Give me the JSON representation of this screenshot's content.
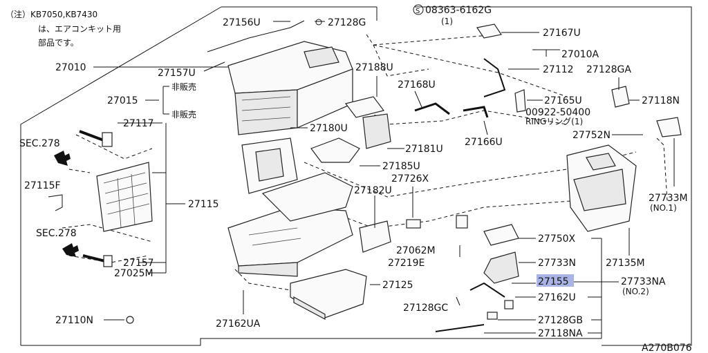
{
  "note": {
    "line1": "（注）KB7050,KB7430",
    "line2": "は、エアコンキット用",
    "line3": "部品です。"
  },
  "callouts": [
    {
      "id": "27156U",
      "text": "27156U",
      "highlight": false
    },
    {
      "id": "27128G",
      "text": "27128G",
      "highlight": false
    },
    {
      "id": "08363",
      "text": "08363-6162G",
      "highlight": false
    },
    {
      "id": "08363q",
      "text": "(1)",
      "highlight": false
    },
    {
      "id": "27167U",
      "text": "27167U",
      "highlight": false
    },
    {
      "id": "27010A",
      "text": "27010A",
      "highlight": false
    },
    {
      "id": "27112",
      "text": "27112",
      "highlight": false
    },
    {
      "id": "27128GA",
      "text": "27128GA",
      "highlight": false
    },
    {
      "id": "27010",
      "text": "27010",
      "highlight": false
    },
    {
      "id": "27157U",
      "text": "27157U",
      "highlight": false
    },
    {
      "id": "27188U",
      "text": "27188U",
      "highlight": false
    },
    {
      "id": "27168U",
      "text": "27168U",
      "highlight": false
    },
    {
      "id": "27165U",
      "text": "27165U",
      "highlight": false
    },
    {
      "id": "27118N",
      "text": "27118N",
      "highlight": false
    },
    {
      "id": "27015",
      "text": "27015",
      "highlight": false
    },
    {
      "id": "hihanbai1",
      "text": "非販売",
      "highlight": false
    },
    {
      "id": "hihanbai2",
      "text": "非販売",
      "highlight": false
    },
    {
      "id": "00922",
      "text": "00922-50400",
      "highlight": false
    },
    {
      "id": "ring",
      "text": "RINGリング(1)",
      "highlight": false
    },
    {
      "id": "27117",
      "text": "27117",
      "highlight": false
    },
    {
      "id": "27180U",
      "text": "27180U",
      "highlight": false
    },
    {
      "id": "27752N",
      "text": "27752N",
      "highlight": false
    },
    {
      "id": "sec278a",
      "text": "SEC.278",
      "highlight": false
    },
    {
      "id": "27181U",
      "text": "27181U",
      "highlight": false
    },
    {
      "id": "27166U",
      "text": "27166U",
      "highlight": false
    },
    {
      "id": "27185U",
      "text": "27185U",
      "highlight": false
    },
    {
      "id": "27726X",
      "text": "27726X",
      "highlight": false
    },
    {
      "id": "27115F",
      "text": "27115F",
      "highlight": false
    },
    {
      "id": "27182U",
      "text": "27182U",
      "highlight": false
    },
    {
      "id": "27733M",
      "text": "27733M",
      "highlight": false
    },
    {
      "id": "27733Mno",
      "text": "(NO.1)",
      "highlight": false
    },
    {
      "id": "27115",
      "text": "27115",
      "highlight": false
    },
    {
      "id": "sec278b",
      "text": "SEC.278",
      "highlight": false
    },
    {
      "id": "27750X",
      "text": "27750X",
      "highlight": false
    },
    {
      "id": "27062M",
      "text": "27062M",
      "highlight": false
    },
    {
      "id": "27219E",
      "text": "27219E",
      "highlight": false
    },
    {
      "id": "27733N",
      "text": "27733N",
      "highlight": false
    },
    {
      "id": "27135M",
      "text": "27135M",
      "highlight": false
    },
    {
      "id": "27157",
      "text": "27157",
      "highlight": false
    },
    {
      "id": "27025M",
      "text": "27025M",
      "highlight": false
    },
    {
      "id": "27155",
      "text": "27155",
      "highlight": true
    },
    {
      "id": "27733NA",
      "text": "27733NA",
      "highlight": false
    },
    {
      "id": "27733NAno",
      "text": "(NO.2)",
      "highlight": false
    },
    {
      "id": "27125",
      "text": "27125",
      "highlight": false
    },
    {
      "id": "27162U",
      "text": "27162U",
      "highlight": false
    },
    {
      "id": "27128GC",
      "text": "27128GC",
      "highlight": false
    },
    {
      "id": "27110N",
      "text": "27110N",
      "highlight": false
    },
    {
      "id": "27162UA",
      "text": "27162UA",
      "highlight": false
    },
    {
      "id": "27128GB",
      "text": "27128GB",
      "highlight": false
    },
    {
      "id": "27118NA",
      "text": "27118NA",
      "highlight": false
    }
  ],
  "diagram_code": "A270B076",
  "colors": {
    "highlight": "#a9b3e6",
    "ink": "#111111"
  }
}
